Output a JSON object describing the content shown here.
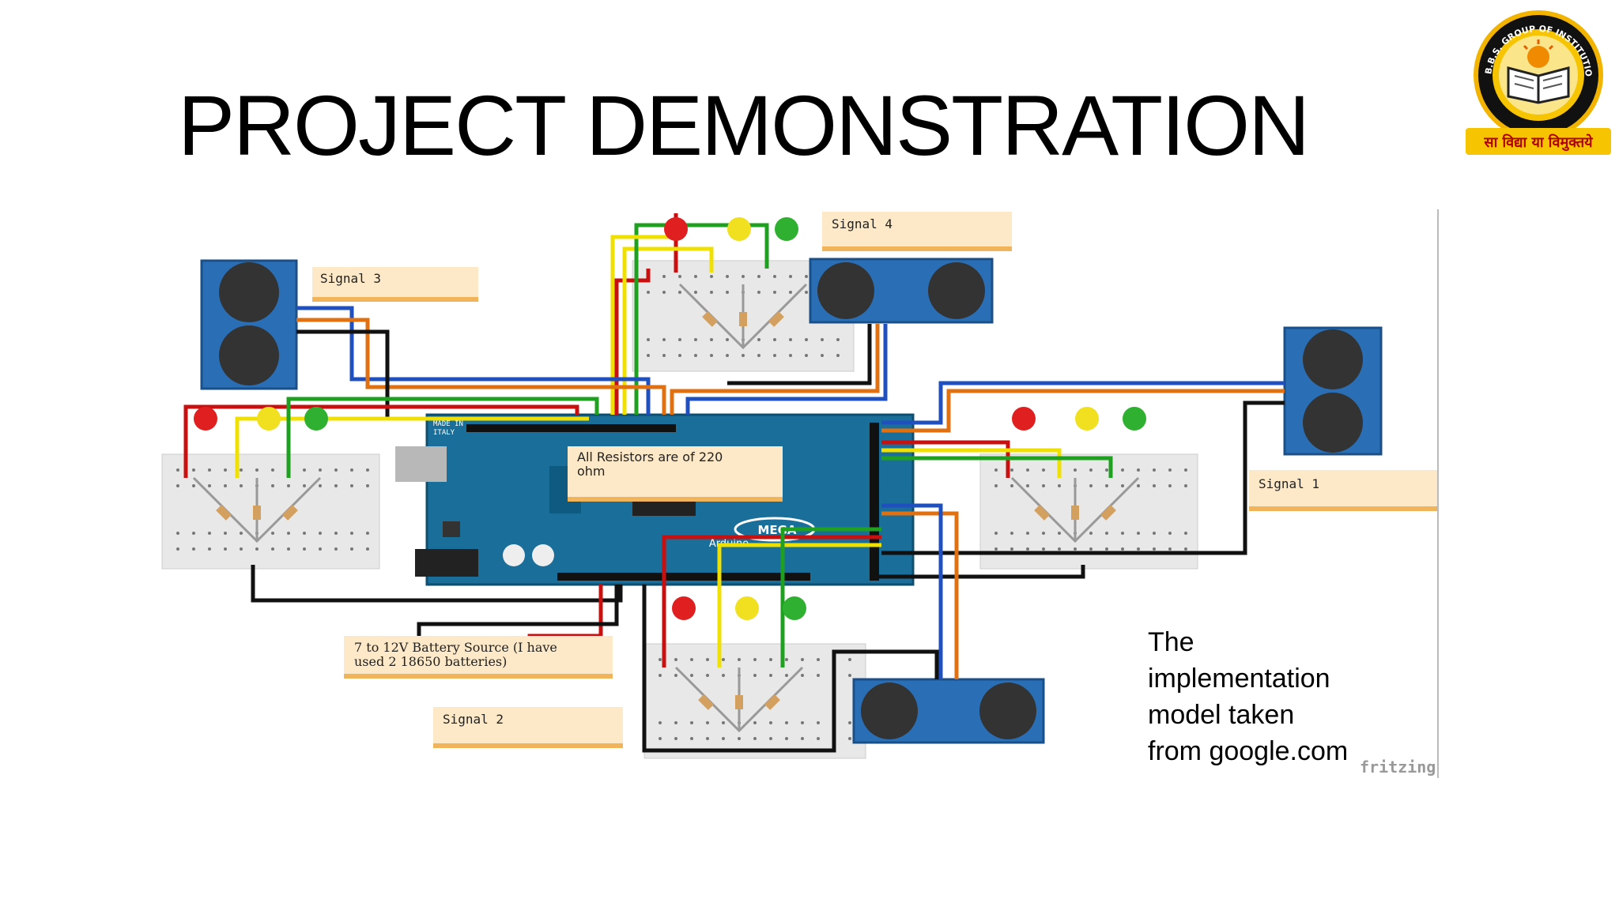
{
  "slide": {
    "title": "PROJECT DEMONSTRATION",
    "caption_lines": [
      "The",
      "implementation",
      "model taken",
      "from google.com"
    ]
  },
  "logo": {
    "ring_text": "B.B.S. GROUP OF INSTITUTIONS",
    "motto": "सा विद्या या विमुक्तये"
  },
  "diagram": {
    "notes": {
      "signal1": "Signal 1",
      "signal2": "Signal 2",
      "signal3": "Signal 3",
      "signal4": "Signal 4",
      "resistors_line1": "All Resistors are of 220",
      "resistors_line2": "ohm",
      "battery_line1": "7 to 12V Battery Source (I have",
      "battery_line2": "used 2 18650 batteries)"
    },
    "board": {
      "brand": "Arduino",
      "model": "MEGA",
      "made_in_line1": "MADE IN",
      "made_in_line2": "ITALY"
    },
    "watermark": "fritzing",
    "colors": {
      "red_led": "#e02020",
      "yellow_led": "#f0e020",
      "green_led": "#30b030",
      "board": "#1a6e9a",
      "note": "#fde8c8",
      "sensor": "#2a6fb6",
      "wire_red": "#c81010",
      "wire_yellow": "#f0e000",
      "wire_green": "#20a020",
      "wire_blue": "#2050c0",
      "wire_orange": "#e07010",
      "wire_black": "#111111"
    }
  }
}
